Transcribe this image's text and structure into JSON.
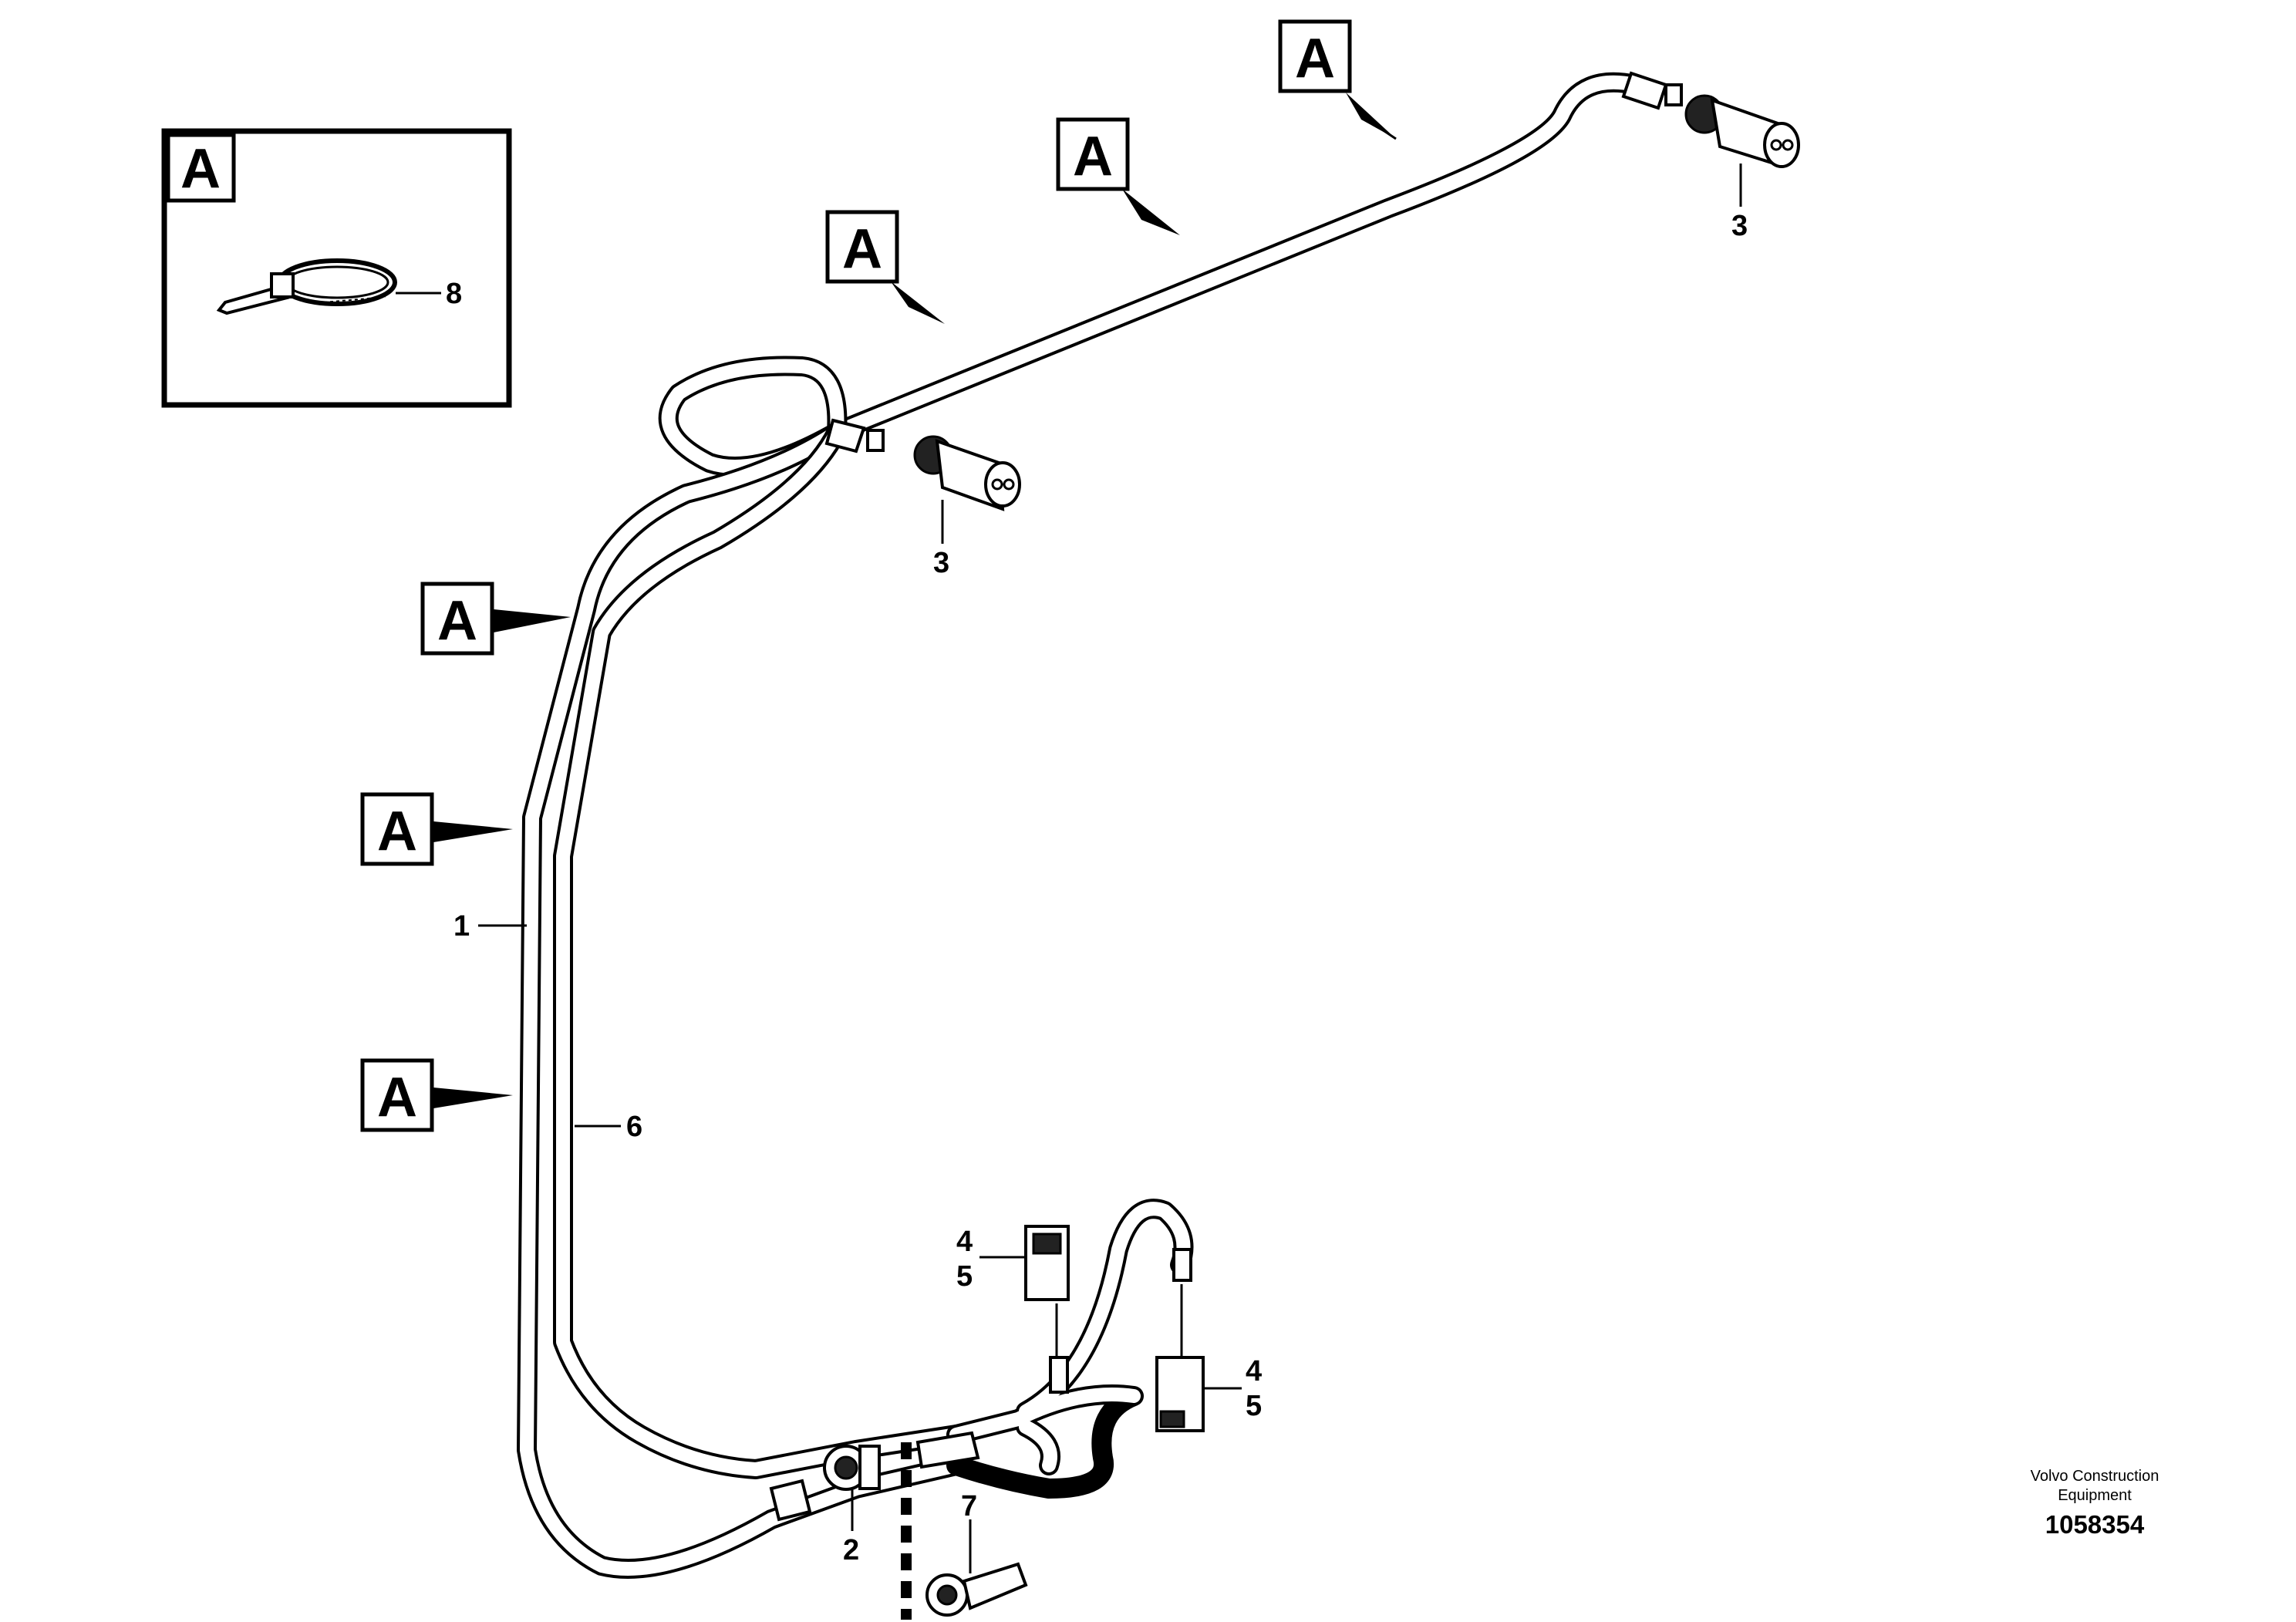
{
  "inset": {
    "ref_label": "A",
    "part_number": "8",
    "item_icon": "cable-tie-icon"
  },
  "references": [
    {
      "label": "A"
    },
    {
      "label": "A"
    },
    {
      "label": "A"
    },
    {
      "label": "A"
    },
    {
      "label": "A"
    },
    {
      "label": "A"
    }
  ],
  "callouts": {
    "harness_1": "1",
    "connector_2": "2",
    "connector_3_upper": "3",
    "connector_3_lower": "3",
    "plug_4_left": "4",
    "plug_5_left": "5",
    "plug_4_right": "4",
    "plug_5_right": "5",
    "harness_6": "6",
    "part_7": "7"
  },
  "footer": {
    "brand_line1": "Volvo Construction",
    "brand_line2": "Equipment",
    "doc_number": "1058354"
  }
}
